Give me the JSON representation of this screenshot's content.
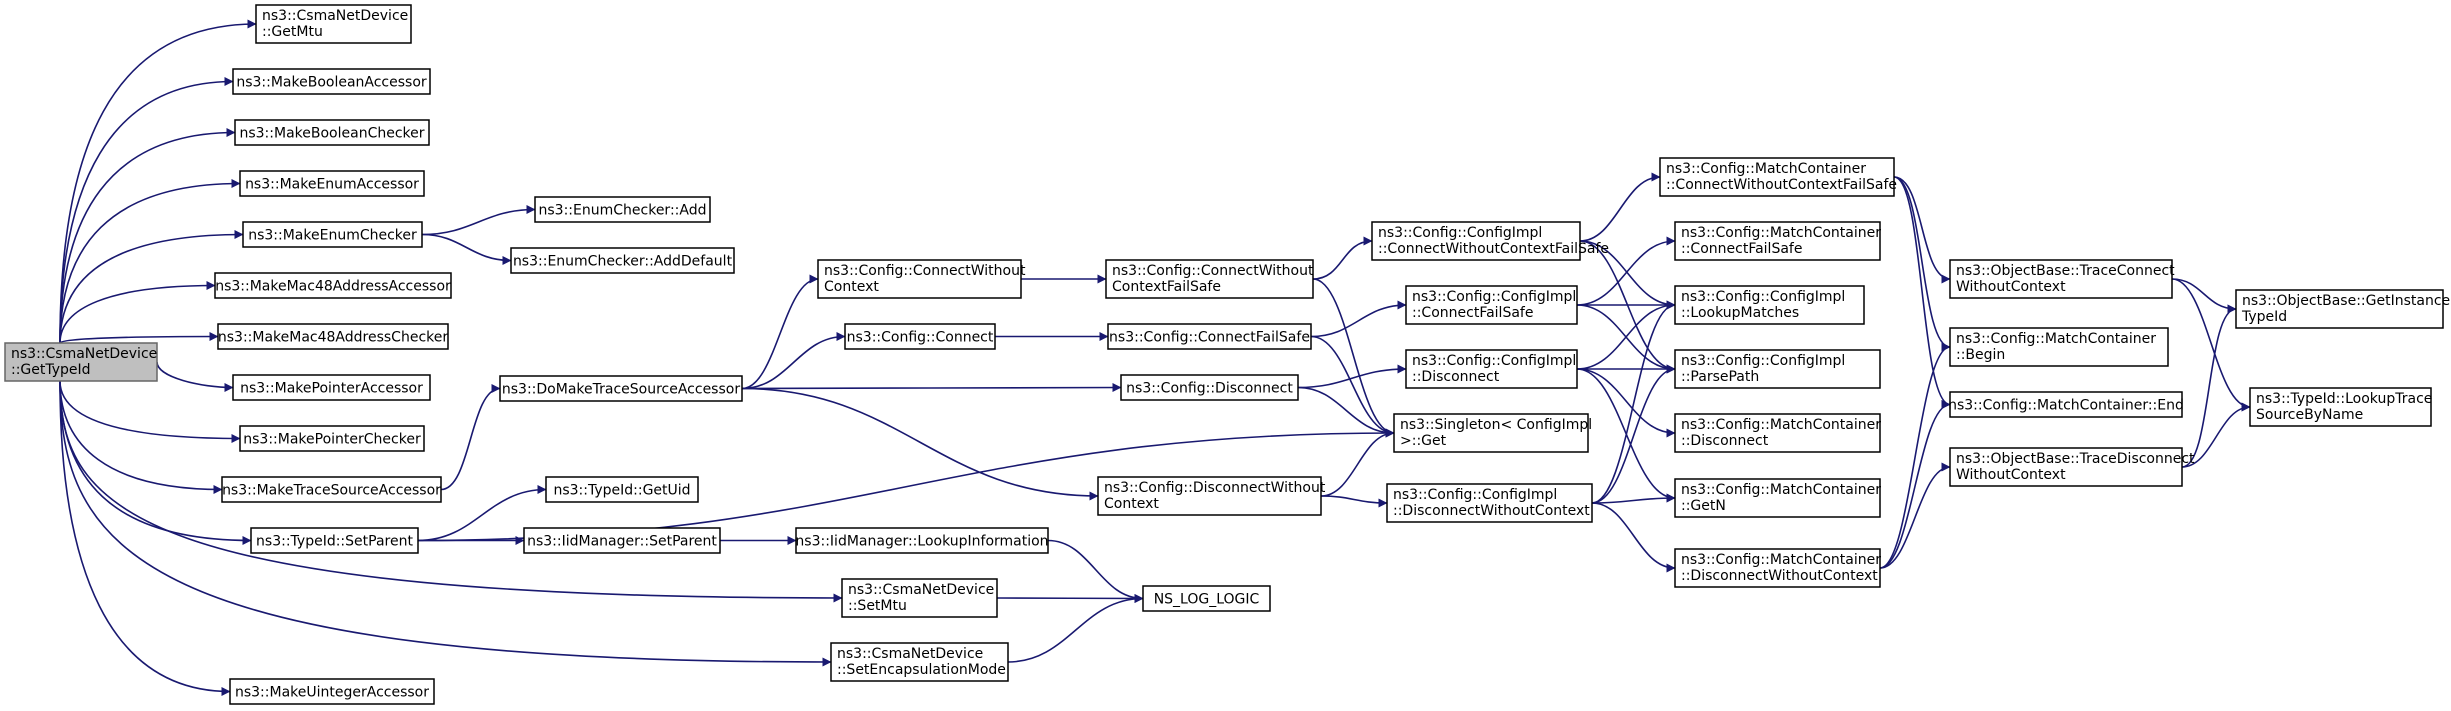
{
  "colors": {
    "edge": "#191970",
    "node_fill": "#ffffff",
    "root_fill": "#bfbfbf",
    "border": "#000000"
  },
  "nodes": [
    {
      "id": "root",
      "lines": [
        "ns3::CsmaNetDevice",
        "::GetTypeId"
      ]
    },
    {
      "id": "getmtu",
      "lines": [
        "ns3::CsmaNetDevice",
        "::GetMtu"
      ]
    },
    {
      "id": "mkboolacc",
      "lines": [
        "ns3::MakeBooleanAccessor"
      ]
    },
    {
      "id": "mkboolchk",
      "lines": [
        "ns3::MakeBooleanChecker"
      ]
    },
    {
      "id": "mkenumacc",
      "lines": [
        "ns3::MakeEnumAccessor"
      ]
    },
    {
      "id": "mkenumchk",
      "lines": [
        "ns3::MakeEnumChecker"
      ]
    },
    {
      "id": "enumadd",
      "lines": [
        "ns3::EnumChecker::Add"
      ]
    },
    {
      "id": "enumadddef",
      "lines": [
        "ns3::EnumChecker::AddDefault"
      ]
    },
    {
      "id": "mkmacacc",
      "lines": [
        "ns3::MakeMac48AddressAccessor"
      ]
    },
    {
      "id": "mkmacchk",
      "lines": [
        "ns3::MakeMac48AddressChecker"
      ]
    },
    {
      "id": "mkptracc",
      "lines": [
        "ns3::MakePointerAccessor"
      ]
    },
    {
      "id": "mkptrchk",
      "lines": [
        "ns3::MakePointerChecker"
      ]
    },
    {
      "id": "mktsacc",
      "lines": [
        "ns3::MakeTraceSourceAccessor"
      ]
    },
    {
      "id": "setparent",
      "lines": [
        "ns3::TypeId::SetParent"
      ]
    },
    {
      "id": "mkuintacc",
      "lines": [
        "ns3::MakeUintegerAccessor"
      ]
    },
    {
      "id": "domakets",
      "lines": [
        "ns3::DoMakeTraceSourceAccessor"
      ]
    },
    {
      "id": "getuid",
      "lines": [
        "ns3::TypeId::GetUid"
      ]
    },
    {
      "id": "iidsetparent",
      "lines": [
        "ns3::IidManager::SetParent"
      ]
    },
    {
      "id": "iidlookup",
      "lines": [
        "ns3::IidManager::LookupInformation"
      ]
    },
    {
      "id": "setmtu",
      "lines": [
        "ns3::CsmaNetDevice",
        "::SetMtu"
      ]
    },
    {
      "id": "setencap",
      "lines": [
        "ns3::CsmaNetDevice",
        "::SetEncapsulationMode"
      ]
    },
    {
      "id": "nslog",
      "lines": [
        "NS_LOG_LOGIC"
      ]
    },
    {
      "id": "cfgconnwc",
      "lines": [
        "ns3::Config::ConnectWithout",
        "Context"
      ]
    },
    {
      "id": "cfgconnect",
      "lines": [
        "ns3::Config::Connect"
      ]
    },
    {
      "id": "cfgconnwcfs",
      "lines": [
        "ns3::Config::ConnectWithout",
        "ContextFailSafe"
      ]
    },
    {
      "id": "cfgconnfs",
      "lines": [
        "ns3::Config::ConnectFailSafe"
      ]
    },
    {
      "id": "cfgdisc",
      "lines": [
        "ns3::Config::Disconnect"
      ]
    },
    {
      "id": "cfgdiscwc",
      "lines": [
        "ns3::Config::DisconnectWithout",
        "Context"
      ]
    },
    {
      "id": "implconnwcfs",
      "lines": [
        "ns3::Config::ConfigImpl",
        "::ConnectWithoutContextFailSafe"
      ]
    },
    {
      "id": "implconnfs",
      "lines": [
        "ns3::Config::ConfigImpl",
        "::ConnectFailSafe"
      ]
    },
    {
      "id": "impldisc",
      "lines": [
        "ns3::Config::ConfigImpl",
        "::Disconnect"
      ]
    },
    {
      "id": "impldiscwc",
      "lines": [
        "ns3::Config::ConfigImpl",
        "::DisconnectWithoutContext"
      ]
    },
    {
      "id": "singleton",
      "lines": [
        "ns3::Singleton< ConfigImpl",
        " >::Get"
      ]
    },
    {
      "id": "mcconnwcfs",
      "lines": [
        "ns3::Config::MatchContainer",
        "::ConnectWithoutContextFailSafe"
      ]
    },
    {
      "id": "mcconnfs",
      "lines": [
        "ns3::Config::MatchContainer",
        "::ConnectFailSafe"
      ]
    },
    {
      "id": "lookupm",
      "lines": [
        "ns3::Config::ConfigImpl",
        "::LookupMatches"
      ]
    },
    {
      "id": "parsepath",
      "lines": [
        "ns3::Config::ConfigImpl",
        "::ParsePath"
      ]
    },
    {
      "id": "mcdisc",
      "lines": [
        "ns3::Config::MatchContainer",
        "::Disconnect"
      ]
    },
    {
      "id": "mcgetn",
      "lines": [
        "ns3::Config::MatchContainer",
        "::GetN"
      ]
    },
    {
      "id": "mcdiscwc",
      "lines": [
        "ns3::Config::MatchContainer",
        "::DisconnectWithoutContext"
      ]
    },
    {
      "id": "obtcwc",
      "lines": [
        "ns3::ObjectBase::TraceConnect",
        "WithoutContext"
      ]
    },
    {
      "id": "mcbegin",
      "lines": [
        "ns3::Config::MatchContainer",
        "::Begin"
      ]
    },
    {
      "id": "mcend",
      "lines": [
        "ns3::Config::MatchContainer::End"
      ]
    },
    {
      "id": "obtdwc",
      "lines": [
        "ns3::ObjectBase::TraceDisconnect",
        "WithoutContext"
      ]
    },
    {
      "id": "obgetinst",
      "lines": [
        "ns3::ObjectBase::GetInstance",
        "TypeId"
      ]
    },
    {
      "id": "lookupts",
      "lines": [
        "ns3::TypeId::LookupTrace",
        "SourceByName"
      ]
    }
  ]
}
